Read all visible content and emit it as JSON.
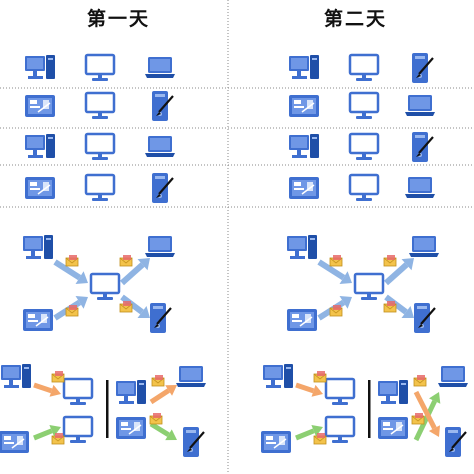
{
  "headers": {
    "day1": "第一天",
    "day2": "第二天"
  },
  "colors": {
    "device_blue": "#3f6fd0",
    "device_dark": "#1f4fa8",
    "arrow_blue": "#8fb4e3",
    "arrow_orange": "#f4a66a",
    "arrow_green": "#8ccf72",
    "divider": "#8a8a8a",
    "envelope": "#f3c34b"
  },
  "icons": {
    "desktop": "desktop-icon",
    "monitor": "monitor-icon",
    "laptop": "laptop-icon",
    "tablet": "tablet-icon",
    "tower_pen": "tower-pen-icon",
    "mail": "mail-icon"
  },
  "day1_rows": [
    [
      "desktop",
      "monitor",
      "laptop"
    ],
    [
      "tablet",
      "monitor",
      "tower_pen"
    ],
    [
      "desktop",
      "monitor",
      "laptop"
    ],
    [
      "tablet",
      "monitor",
      "tower_pen"
    ]
  ],
  "day2_rows": [
    [
      "desktop",
      "monitor",
      "tower_pen"
    ],
    [
      "tablet",
      "monitor",
      "laptop"
    ],
    [
      "desktop",
      "monitor",
      "tower_pen"
    ],
    [
      "tablet",
      "monitor",
      "laptop"
    ]
  ],
  "hub_left": {
    "sources": [
      "desktop",
      "tablet"
    ],
    "targets": [
      "laptop",
      "tower_pen"
    ]
  },
  "hub_right": {
    "sources": [
      "desktop",
      "tablet"
    ],
    "targets": [
      "laptop",
      "tower_pen"
    ]
  },
  "pipeline_left": {
    "top_target": "laptop",
    "bottom_target": "tower_pen",
    "crossed": false
  },
  "pipeline_right": {
    "top_target": "laptop",
    "bottom_target": "tower_pen",
    "crossed": true
  }
}
